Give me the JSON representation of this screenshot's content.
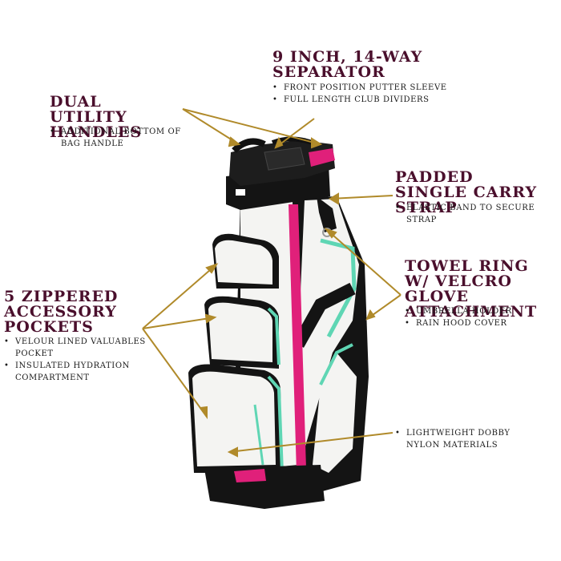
{
  "callouts": {
    "separator": {
      "title": "9 INCH, 14-WAY SEPARATOR",
      "bullets": [
        "FRONT POSITION PUTTER SLEEVE",
        "FULL LENGTH CLUB DIVIDERS"
      ]
    },
    "handles": {
      "title": "DUAL UTILITY HANDLES",
      "bullets": [
        "ADDITIONAL BOTTOM OF BAG HANDLE"
      ]
    },
    "strap": {
      "title": "PADDED SINGLE CARRY STRAP",
      "bullets": [
        "ELASTIC BAND TO SECURE STRAP"
      ]
    },
    "towel": {
      "title": "TOWEL RING W/ VELCRO GLOVE ATTACHMENT",
      "bullets": [
        "UMBRELLA HOLDER",
        "RAIN HOOD COVER"
      ]
    },
    "pockets": {
      "title": "5 ZIPPERED ACCESSORY POCKETS",
      "bullets": [
        "VELOUR LINED VALUABLES POCKET",
        "INSULATED HYDRATION COMPARTMENT"
      ]
    },
    "materials": {
      "bullets": [
        "LIGHTWEIGHT DOBBY NYLON MATERIALS"
      ]
    }
  },
  "colors": {
    "heading": "#4a0f2c",
    "bag_black": "#141414",
    "bag_white": "#f4f4f2",
    "accent_pink": "#e0207a",
    "accent_mint": "#5fd6b4",
    "arrow": "#b08a2a"
  }
}
